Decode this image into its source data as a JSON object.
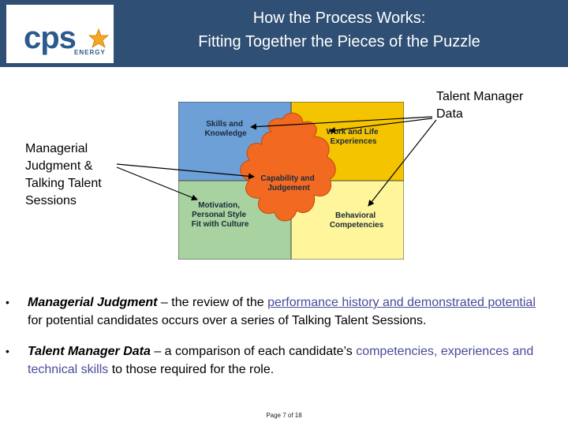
{
  "header": {
    "logo": {
      "name": "cps",
      "sub": "ENERGY"
    },
    "title_line1": "How the Process Works:",
    "title_line2": "Fitting Together the Pieces of the Puzzle"
  },
  "labels": {
    "right": [
      "Talent Manager",
      "Data"
    ],
    "left": [
      "Managerial",
      "Judgment &",
      "Talking Talent",
      "Sessions"
    ]
  },
  "diagram": {
    "quadrants": {
      "top_left": [
        "Skills and",
        "Knowledge"
      ],
      "top_right": [
        "Work and Life",
        "Experiences"
      ],
      "bottom_left": [
        "Motivation,",
        "Personal Style",
        "Fit with Culture"
      ],
      "bottom_right": [
        "Behavioral",
        "Competencies"
      ],
      "center": [
        "Capability and",
        "Judgement"
      ]
    },
    "colors": {
      "top_left": "#6ea0d8",
      "top_right": "#f5c400",
      "bottom_left": "#a8d3a0",
      "bottom_right": "#fff59a",
      "center": "#f26a22"
    }
  },
  "bullets": [
    {
      "lead": "Managerial Judgment",
      "dash": " – the review of the ",
      "highlight": "performance history and demonstrated potential",
      "rest": " for potential candidates occurs over a series of Talking Talent Sessions."
    },
    {
      "lead": "Talent Manager Data",
      "dash": " – a comparison of each candidate’s ",
      "highlight": "competencies, experiences and technical skills",
      "rest": " to those required for the role."
    }
  ],
  "footer": {
    "page": "Page 7 of 18"
  }
}
